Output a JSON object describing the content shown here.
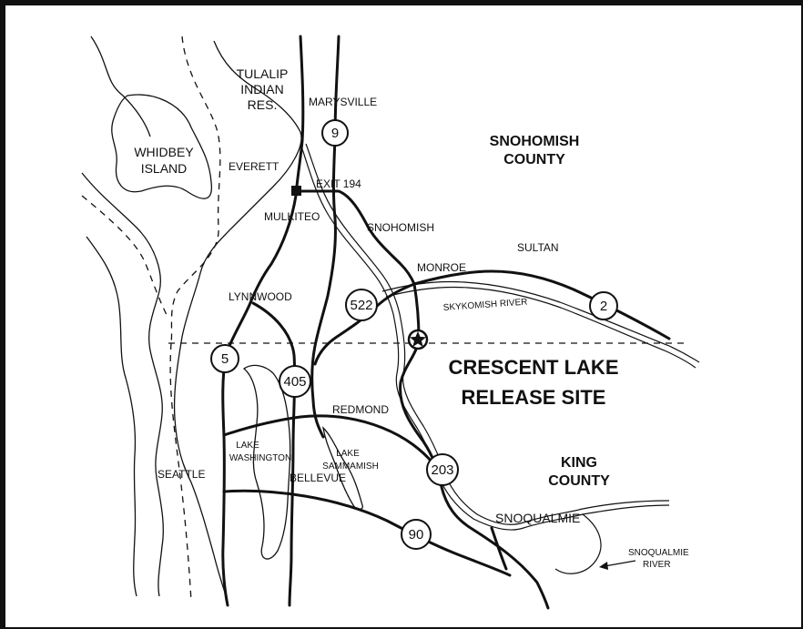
{
  "map": {
    "places": {
      "tulalip": [
        "TULALIP",
        "INDIAN",
        "RES."
      ],
      "marysville": "MARYSVILLE",
      "whidbey": [
        "WHIDBEY",
        "ISLAND"
      ],
      "everett": "EVERETT",
      "exit": "EXIT 194",
      "mulkiteo": "MULKITEO",
      "snohomish": "SNOHOMISH",
      "sultan": "SULTAN",
      "monroe": "MONROE",
      "lynnwood": "LYNNWOOD",
      "redmond": "REDMOND",
      "lake_washington": [
        "LAKE",
        "WASHINGTON"
      ],
      "lake_sammamish": [
        "LAKE",
        "SAMMAMISH"
      ],
      "seattle": "SEATTLE",
      "bellevue": "BELLEVUE",
      "snoqualmie": "SNOQUALMIE"
    },
    "water": {
      "skykomish_river": "SKYKOMISH RIVER",
      "snoqualmie_river": [
        "SNOQUALMIE",
        "RIVER"
      ]
    },
    "counties": {
      "snohomish": [
        "SNOHOMISH",
        "COUNTY"
      ],
      "king": [
        "KING",
        "COUNTY"
      ]
    },
    "release_site": [
      "CRESCENT LAKE",
      "RELEASE SITE"
    ],
    "highways": {
      "hwy9": "9",
      "hwy522": "522",
      "hwy2": "2",
      "hwy5": "5",
      "hwy405": "405",
      "hwy203": "203",
      "hwy90": "90"
    },
    "colors": {
      "ink": "#111111",
      "paper": "#ffffff"
    }
  }
}
